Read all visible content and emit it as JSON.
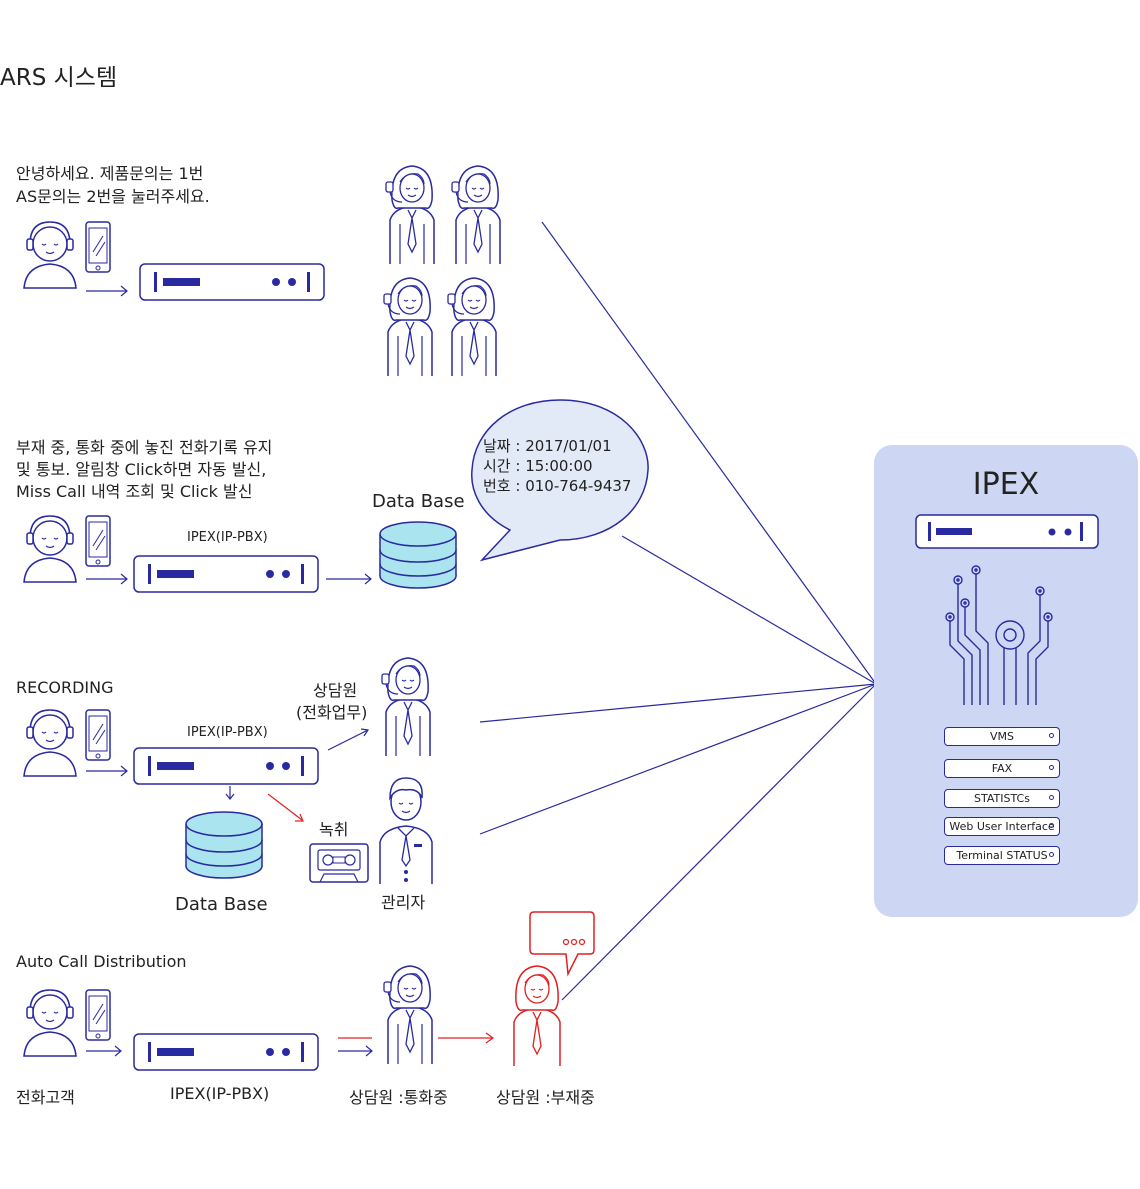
{
  "title": "ARS 시스템",
  "section1": {
    "desc_line1": "안녕하세요. 제품문의는 1번",
    "desc_line2": "AS문의는 2번을 눌러주세요."
  },
  "section2": {
    "desc_line1": "부재 중, 통화 중에 놓진 전화기록 유지",
    "desc_line2": "및 통보. 알림창 Click하면 자동 발신,",
    "desc_line3": "Miss Call 내역 조회 및 Click 발신",
    "pbx_label": "IPEX(IP-PBX)",
    "db_label": "Data Base",
    "bubble_line1": "날짜 : 2017/01/01",
    "bubble_line2": "시간 : 15:00:00",
    "bubble_line3": "번호 : 010-764-9437"
  },
  "section3": {
    "title": "RECORDING",
    "pbx_label": "IPEX(IP-PBX)",
    "agent_label_line1": "상담원",
    "agent_label_line2": "(전화업무)",
    "record_label": "녹취",
    "db_label": "Data Base",
    "manager_label": "관리자"
  },
  "section4": {
    "title": "Auto Call Distribution",
    "customer_label": "전화고객",
    "pbx_label": "IPEX(IP-PBX)",
    "agent_busy_label": "상담원 :통화중",
    "agent_absent_label": "상담원 :부재중"
  },
  "ipex": {
    "title": "IPEX",
    "modules": [
      "VMS",
      "FAX",
      "STATISTCs",
      "Web User Interface",
      "Terminal STATUS"
    ]
  },
  "colors": {
    "primary": "#2a2aa0",
    "accent_red": "#e02020",
    "db_fill": "#a9e4ef",
    "panel": "#cdd7f4",
    "bubble": "#e2eaf8"
  }
}
